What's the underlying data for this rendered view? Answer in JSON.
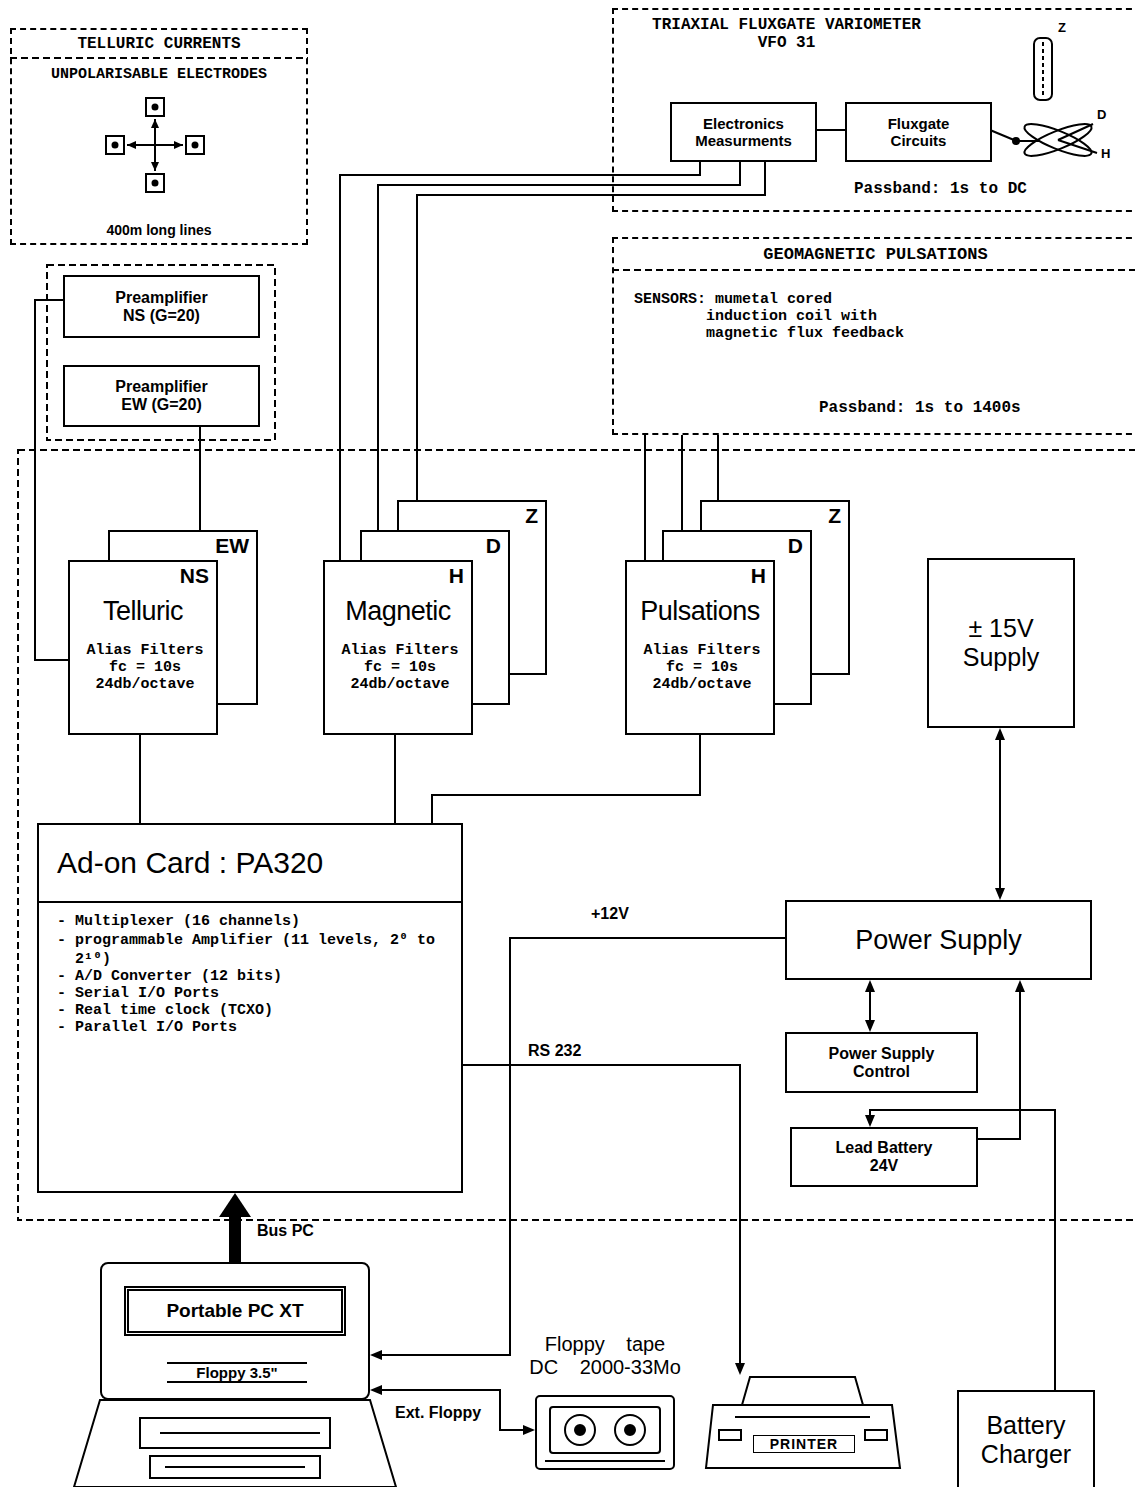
{
  "diagram": {
    "nodes": [
      {
        "text": [
          "TELLURIC CURRENTS",
          "UNPOLARISABLE ELECTRODES",
          "400m long lines"
        ]
      },
      {
        "text": [
          "TRIAXIAL FLUXGATE VARIOMETER VFO 31",
          "Passband: 1s to DC"
        ]
      },
      {
        "text": [
          "Electronics Measurments"
        ],
        "in": 1
      },
      {
        "text": [
          "Fluxgate Circuits"
        ],
        "in": 1
      },
      {
        "text": [
          "GEOMAGNETIC PULSATIONS",
          "SENSORS: mumetal cored induction coil with magnetic flux feedback",
          "Passband: 1s to 1400s"
        ]
      },
      {
        "text": [
          "Preamplifier NS (G=20)"
        ]
      },
      {
        "text": [
          "Preamplifier EW (G=20)"
        ]
      },
      {
        "text": [
          "EW"
        ]
      },
      {
        "text": [
          "NS",
          "Telluric",
          "Alias Filters fc = 10s 24db/octave"
        ]
      },
      {
        "text": [
          "Z"
        ]
      },
      {
        "text": [
          "D"
        ]
      },
      {
        "text": [
          "H",
          "Magnetic",
          "Alias Filters fc = 10s 24db/octave"
        ]
      },
      {
        "text": [
          "Z"
        ]
      },
      {
        "text": [
          "D"
        ]
      },
      {
        "text": [
          "H",
          "Pulsations",
          "Alias Filters fc = 10s 24db/octave"
        ]
      },
      {
        "text": [
          "± 15V Supply"
        ]
      },
      {
        "text": [
          "Ad-on Card : PA320",
          "- Multiplexer (16 channels)",
          "- programmable Amplifier (11 levels, 2⁰ to 2¹⁰)",
          "- A/D Converter (12 bits)",
          "- Serial I/O Ports",
          "- Real time clock (TCXO)",
          "- Parallel I/O Ports"
        ]
      },
      {
        "text": [
          "Power Supply"
        ]
      },
      {
        "text": [
          "Power Supply Control"
        ]
      },
      {
        "text": [
          "Lead Battery 24V"
        ]
      },
      {
        "text": [
          "Portable PC XT",
          "Floppy 3.5\""
        ]
      },
      {
        "text": [
          "Floppy tape DC 2000-33Mo"
        ]
      },
      {
        "text": [
          "PRINTER"
        ]
      },
      {
        "text": [
          "Battery Charger"
        ]
      }
    ],
    "edges": [
      {
        "from": 3,
        "to": 2,
        "arrow": "none"
      },
      {
        "from": 2,
        "to": 11,
        "arrow": "none"
      },
      {
        "from": 2,
        "to": 10,
        "arrow": "none"
      },
      {
        "from": 2,
        "to": 9,
        "arrow": "none"
      },
      {
        "from": 4,
        "to": 14,
        "arrow": "none"
      },
      {
        "from": 4,
        "to": 13,
        "arrow": "none"
      },
      {
        "from": 4,
        "to": 12,
        "arrow": "none"
      },
      {
        "from": 5,
        "to": 8,
        "arrow": "none"
      },
      {
        "from": 6,
        "to": 7,
        "arrow": "none"
      },
      {
        "from": 8,
        "to": 16,
        "arrow": "none"
      },
      {
        "from": 11,
        "to": 16,
        "arrow": "none"
      },
      {
        "from": 14,
        "to": 16,
        "arrow": "none"
      },
      {
        "from": 15,
        "to": 17,
        "arrow": "both"
      },
      {
        "from": 17,
        "to": 20,
        "label": "+12V",
        "arrow": "to"
      },
      {
        "from": 16,
        "to": 22,
        "label": "RS 232",
        "arrow": "to"
      },
      {
        "from": 17,
        "to": 18,
        "arrow": "both"
      },
      {
        "from": 19,
        "to": 17,
        "arrow": "to"
      },
      {
        "from": 23,
        "to": 19,
        "arrow": "to"
      },
      {
        "from": 20,
        "to": 16,
        "label": "Bus PC",
        "arrow": "to"
      },
      {
        "from": 20,
        "to": 21,
        "label": "Ext. Floppy",
        "arrow": "both"
      }
    ],
    "labels": [
      "Z",
      "D",
      "H"
    ]
  }
}
